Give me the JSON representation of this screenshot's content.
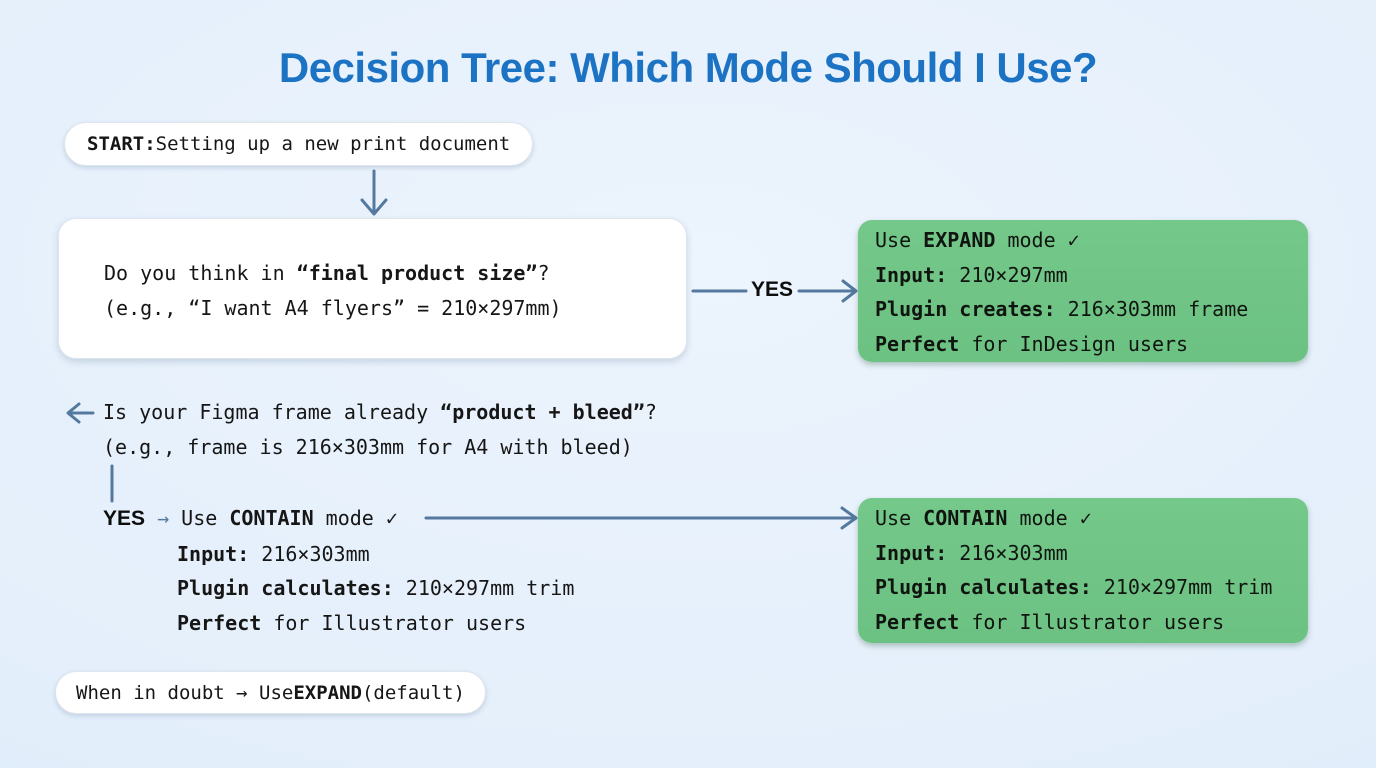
{
  "title": "Decision Tree: Which Mode Should I Use?",
  "colors": {
    "background": "#e4effb",
    "title": "#1c72c3",
    "arrow": "#54799e",
    "result_green": "#74c88a",
    "node_white": "#ffffff",
    "text": "#161616"
  },
  "start": {
    "label": "START:",
    "text": " Setting up a new print document"
  },
  "question_final_size": {
    "l1_pre": "Do you think in ",
    "l1_bold": "“final product size”",
    "l1_post": "?",
    "l2": "(e.g., “I want A4 flyers” = 210×297mm)"
  },
  "yes_top": {
    "label": "YES"
  },
  "expand_result": {
    "l1_pre": "Use ",
    "l1_bold": "EXPAND",
    "l1_post": " mode ✓",
    "l2_bold": "Input:",
    "l2_text": " 210×297mm",
    "l3_bold": "Plugin creates:",
    "l3_text": " 216×303mm frame",
    "l4_bold": "Perfect",
    "l4_text": " for InDesign users"
  },
  "question_product_bleed": {
    "l1_pre": "Is your Figma frame already ",
    "l1_bold": "“product + bleed”",
    "l1_post": "?",
    "l2": "(e.g., frame is 216×303mm for A4 with bleed)"
  },
  "contain_branch": {
    "yes_label": "YES",
    "arrow_glyph": "→",
    "l1_pre": "Use ",
    "l1_bold": "CONTAIN",
    "l1_post": " mode ✓",
    "l2_bold": "Input:",
    "l2_text": " 216×303mm",
    "l3_bold": "Plugin calculates:",
    "l3_text": " 210×297mm trim",
    "l4_bold": "Perfect",
    "l4_text": " for Illustrator users"
  },
  "contain_result": {
    "l1_pre": "Use ",
    "l1_bold": "CONTAIN",
    "l1_post": " mode ✓",
    "l2_bold": "Input:",
    "l2_text": " 216×303mm",
    "l3_bold": "Plugin calculates:",
    "l3_text": " 210×297mm trim",
    "l4_bold": "Perfect",
    "l4_text": " for Illustrator users"
  },
  "default_note": {
    "pre": "When in doubt → Use ",
    "bold": "EXPAND",
    "post": " (default)"
  },
  "icons": {
    "down_arrow": "arrow pointing down from start to first question",
    "right_arrow": "arrow pointing right to result box",
    "left_arrow": "arrow pointing left beside second question",
    "connector_line": "plain connector line segment"
  }
}
